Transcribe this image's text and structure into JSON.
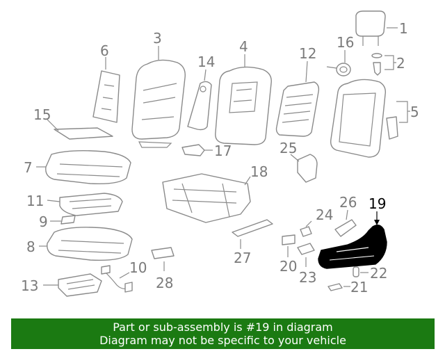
{
  "callouts": {
    "n1": "1",
    "n2": "2",
    "n3": "3",
    "n5": "5",
    "n6": "6",
    "n7": "7",
    "n8": "8",
    "n9": "9",
    "n10": "10",
    "n11": "11",
    "n12": "12",
    "n13": "13",
    "n14": "14",
    "n15": "15",
    "n16": "16",
    "n17": "17",
    "n18": "18",
    "n19": "19",
    "n20": "20",
    "n21": "21",
    "n22": "22",
    "n23": "23",
    "n24": "24",
    "n25": "25",
    "n26": "26",
    "n27": "27",
    "n28": "28",
    "n4": "4"
  },
  "highlighted_part": "19",
  "colors": {
    "banner_bg": "#1b7a12",
    "highlight_fill": "#000000",
    "line": "#8a8a8a"
  },
  "banner": {
    "line1": "Part or sub-assembly is #19 in diagram",
    "line2": "Diagram may not be specific to your vehicle"
  }
}
